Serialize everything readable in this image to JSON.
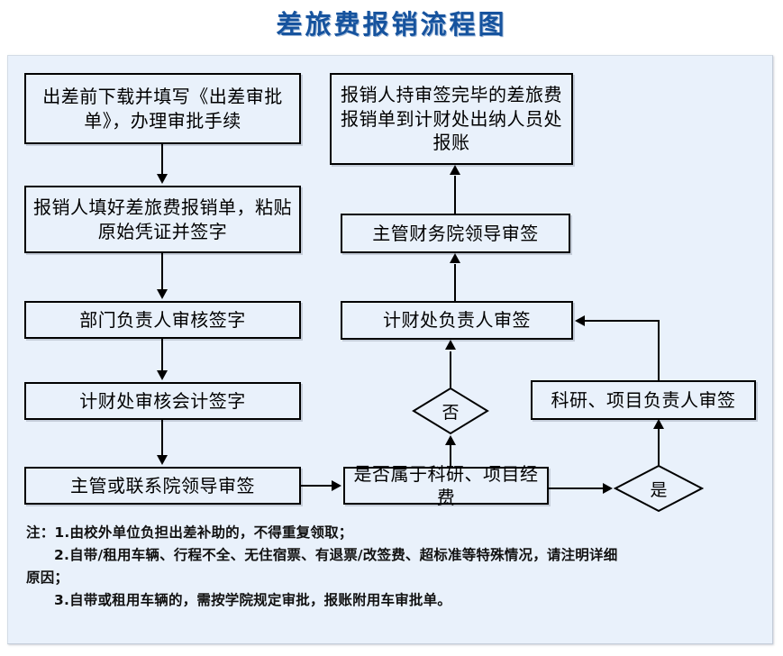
{
  "title": "差旅费报销流程图",
  "theme": {
    "title_color": "#16539e",
    "panel_bg": "#e9f1fb",
    "node_border": "#000000",
    "text_color": "#000000"
  },
  "flow": {
    "left_column": [
      {
        "id": "n1",
        "label": "出差前下载并填写《出差审批单》，办理审批手续"
      },
      {
        "id": "n2",
        "label": "报销人填好差旅费报销单，粘贴原始凭证并签字"
      },
      {
        "id": "n3",
        "label": "部门负责人审核签字"
      },
      {
        "id": "n4",
        "label": "计财处审核会计签字"
      },
      {
        "id": "n5",
        "label": "主管或联系院领导审签"
      }
    ],
    "right_column": [
      {
        "id": "n9",
        "label": "报销人持审签完毕的差旅费报销单到计财处出纳人员处报账"
      },
      {
        "id": "n8",
        "label": "主管财务院领导审签"
      },
      {
        "id": "n7",
        "label": "计财处负责人审签"
      }
    ],
    "decision_box": {
      "id": "n6",
      "label": "是否属于科研、项目经费"
    },
    "branch_box": {
      "id": "n10",
      "label": "科研、项目负责人审签"
    },
    "decisions": [
      {
        "id": "d-no",
        "label": "否"
      },
      {
        "id": "d-yes",
        "label": "是"
      }
    ]
  },
  "notes": {
    "line1": "注：1.由校外单位负担出差补助的，不得重复领取；",
    "line2": "2.自带/租用车辆、行程不全、无住宿票、有退票/改签费、超标准等特殊情况，请注明详细",
    "line3": "原因；",
    "line4": "3.自带或租用车辆的，需按学院规定审批，报账附用车审批单。"
  }
}
